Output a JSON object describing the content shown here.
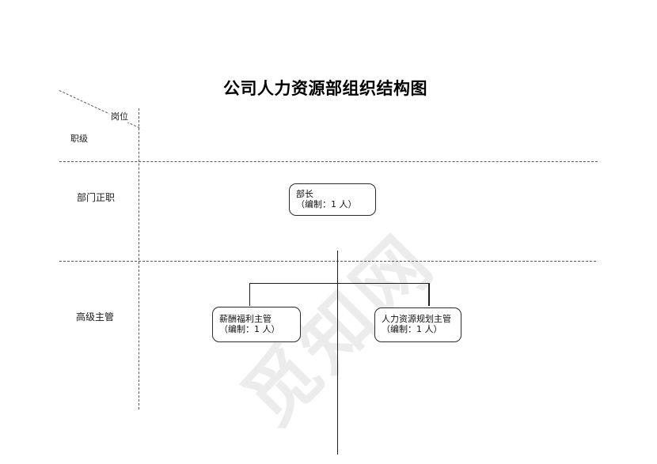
{
  "title": "公司人力资源部组织结构图",
  "watermark": "觅知网",
  "axis": {
    "column_label": "岗位",
    "row_label": "职级"
  },
  "row_levels": [
    {
      "label": "部门正职"
    },
    {
      "label": "高级主管"
    }
  ],
  "org": {
    "root": {
      "title": "部长",
      "staffing": "（编制：1 人）"
    },
    "children": [
      {
        "title": "薪酬福利主管",
        "staffing": "（编制：1 人）"
      },
      {
        "title": "人力资源规划主管",
        "staffing": "（编制：1 人）"
      }
    ]
  },
  "colors": {
    "solid_line": "#1f1f1f",
    "dashed_line": "#5a5a5a",
    "node_border": "#2b2b2b",
    "background": "#ffffff"
  }
}
